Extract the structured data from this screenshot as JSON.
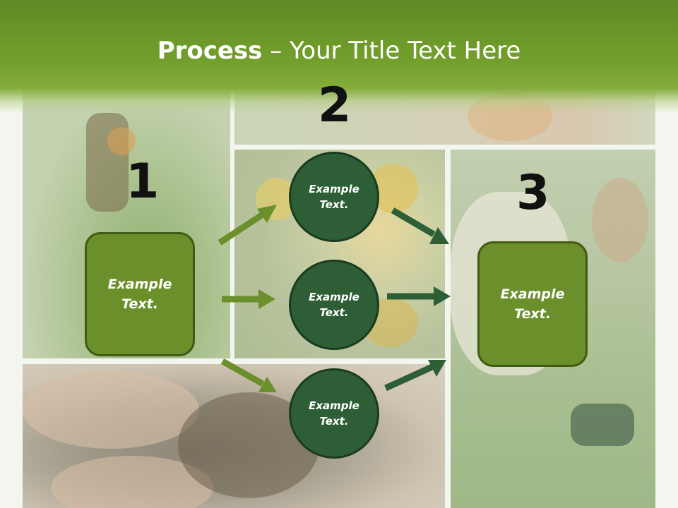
{
  "header": {
    "title_bold": "Process",
    "title_rest": " – Your Title Text Here"
  },
  "steps": [
    {
      "number": "1",
      "box_text": "Example Text."
    },
    {
      "number": "2",
      "items": [
        "Example Text.",
        "Example Text.",
        "Example Text."
      ]
    },
    {
      "number": "3",
      "box_text": "Example Text."
    }
  ],
  "colors": {
    "header_green": "#73a02c",
    "box_fill": "#6b8f2a",
    "circle_fill": "#2d5e36",
    "arrow_light": "#6b8f2a",
    "arrow_dark": "#2d5e36"
  }
}
